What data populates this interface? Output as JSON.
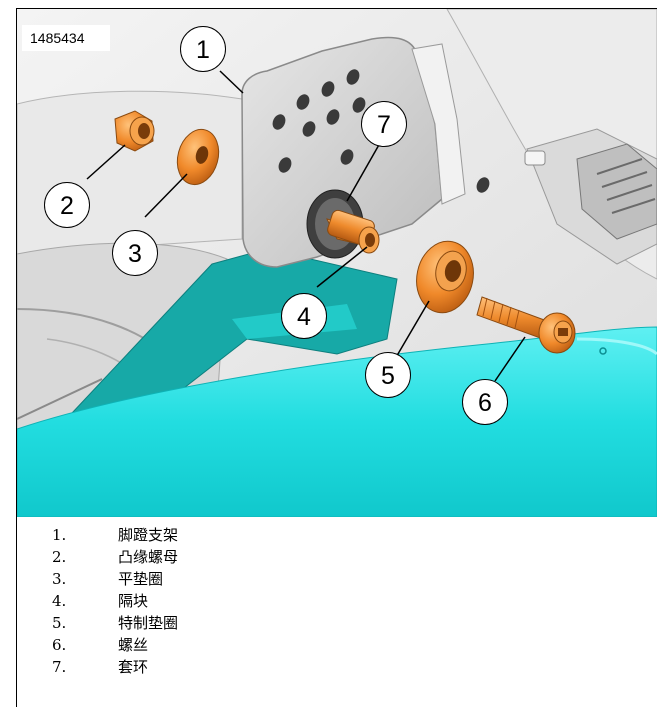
{
  "figure": {
    "id": "1485434",
    "callouts": [
      "1",
      "2",
      "3",
      "4",
      "5",
      "6",
      "7"
    ]
  },
  "legend": [
    {
      "num": "1.",
      "text": "脚蹬支架"
    },
    {
      "num": "2.",
      "text": "凸缘螺母"
    },
    {
      "num": "3.",
      "text": "平垫圈"
    },
    {
      "num": "4.",
      "text": "隔块"
    },
    {
      "num": "5.",
      "text": "特制垫圈"
    },
    {
      "num": "6.",
      "text": "螺丝"
    },
    {
      "num": "7.",
      "text": "套环"
    }
  ],
  "colors": {
    "part_highlight": "#f08c2a",
    "cyan_body": "#26d8dc",
    "teal_body": "#16a8a6",
    "bracket_gray": "#cfcfcf"
  }
}
